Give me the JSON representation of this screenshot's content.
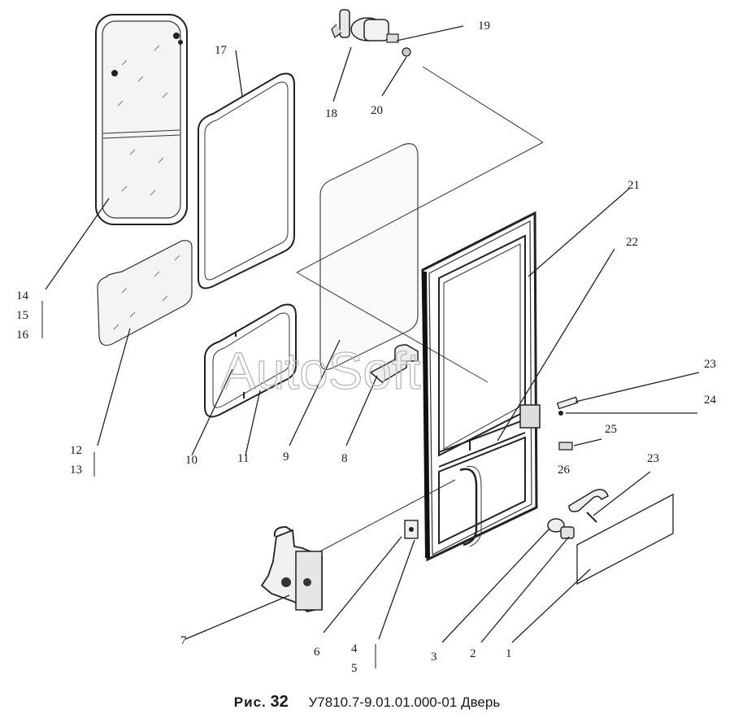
{
  "watermark": "AutoSoft",
  "caption": {
    "fig_prefix": "Рис.",
    "fig_number": "32",
    "code": "У7810.7-9.01.01.000-01",
    "title": "Дверь"
  },
  "callouts": {
    "c1": "1",
    "c2": "2",
    "c3": "3",
    "c4": "4",
    "c5": "5",
    "c6": "6",
    "c7": "7",
    "c8": "8",
    "c9": "9",
    "c10": "10",
    "c11": "11",
    "c12": "12",
    "c13": "13",
    "c14": "14",
    "c15": "15",
    "c16": "16",
    "c17": "17",
    "c18": "18",
    "c19": "19",
    "c20": "20",
    "c21": "21",
    "c22": "22",
    "c23a": "23",
    "c23b": "23",
    "c24": "24",
    "c25": "25",
    "c26": "26"
  }
}
